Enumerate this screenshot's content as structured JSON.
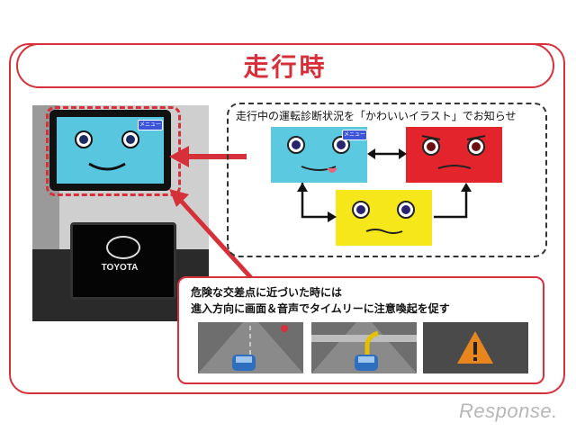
{
  "header": {
    "title": "走行時"
  },
  "photo": {
    "brand_text": "TOYOTA",
    "screen_menu_label": "メニュー"
  },
  "diagnosis": {
    "title": "走行中の運転診断状況を「かわいいイラスト」でお知らせ",
    "faces": [
      {
        "name": "blue-face",
        "color": "#5bc9df",
        "menu_label": "メニュー"
      },
      {
        "name": "red-face",
        "color": "#e4242c"
      },
      {
        "name": "yellow-face",
        "color": "#f6e71b"
      }
    ]
  },
  "alert": {
    "line1": "危険な交差点に近づいた時には",
    "line2": "進入方向に画面＆音声でタイムリーに注意喚起を促す",
    "warning_icon": "warning-triangle-icon"
  },
  "watermark": "Response."
}
